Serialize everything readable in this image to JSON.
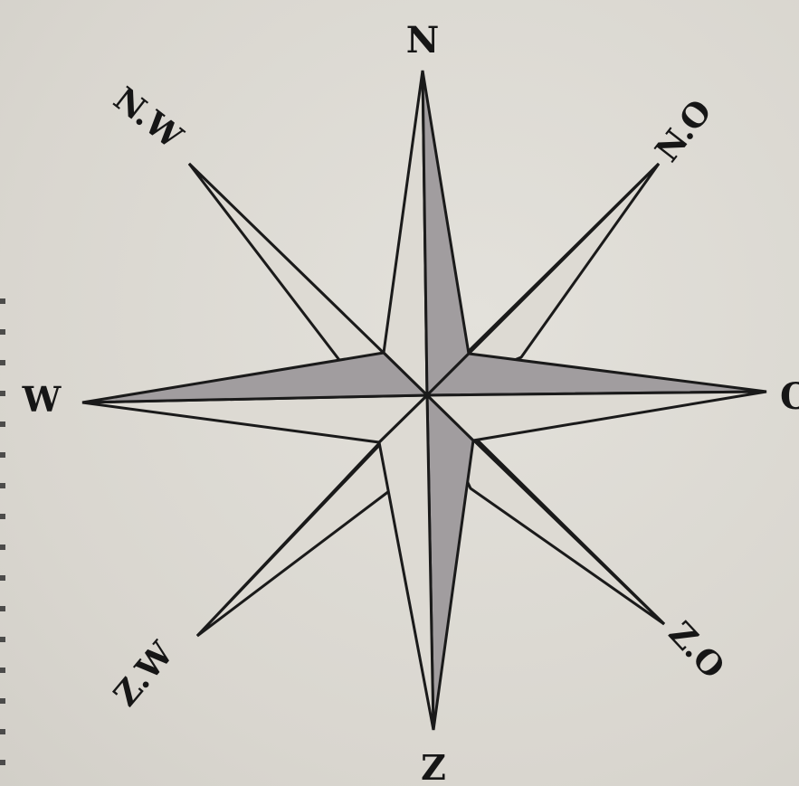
{
  "compass_rose": {
    "points": [
      {
        "id": "N",
        "label": "N"
      },
      {
        "id": "NE",
        "label": "N.O"
      },
      {
        "id": "E",
        "label": "O"
      },
      {
        "id": "SE",
        "label": "Z.O"
      },
      {
        "id": "S",
        "label": "Z"
      },
      {
        "id": "SW",
        "label": "Z.W"
      },
      {
        "id": "W",
        "label": "W"
      },
      {
        "id": "NW",
        "label": "N.W"
      }
    ]
  },
  "colors": {
    "background": "#dcd9d2",
    "ink": "#1a1a1a",
    "shaded_face": "#a19d9f",
    "light_face": "#dddad3"
  }
}
